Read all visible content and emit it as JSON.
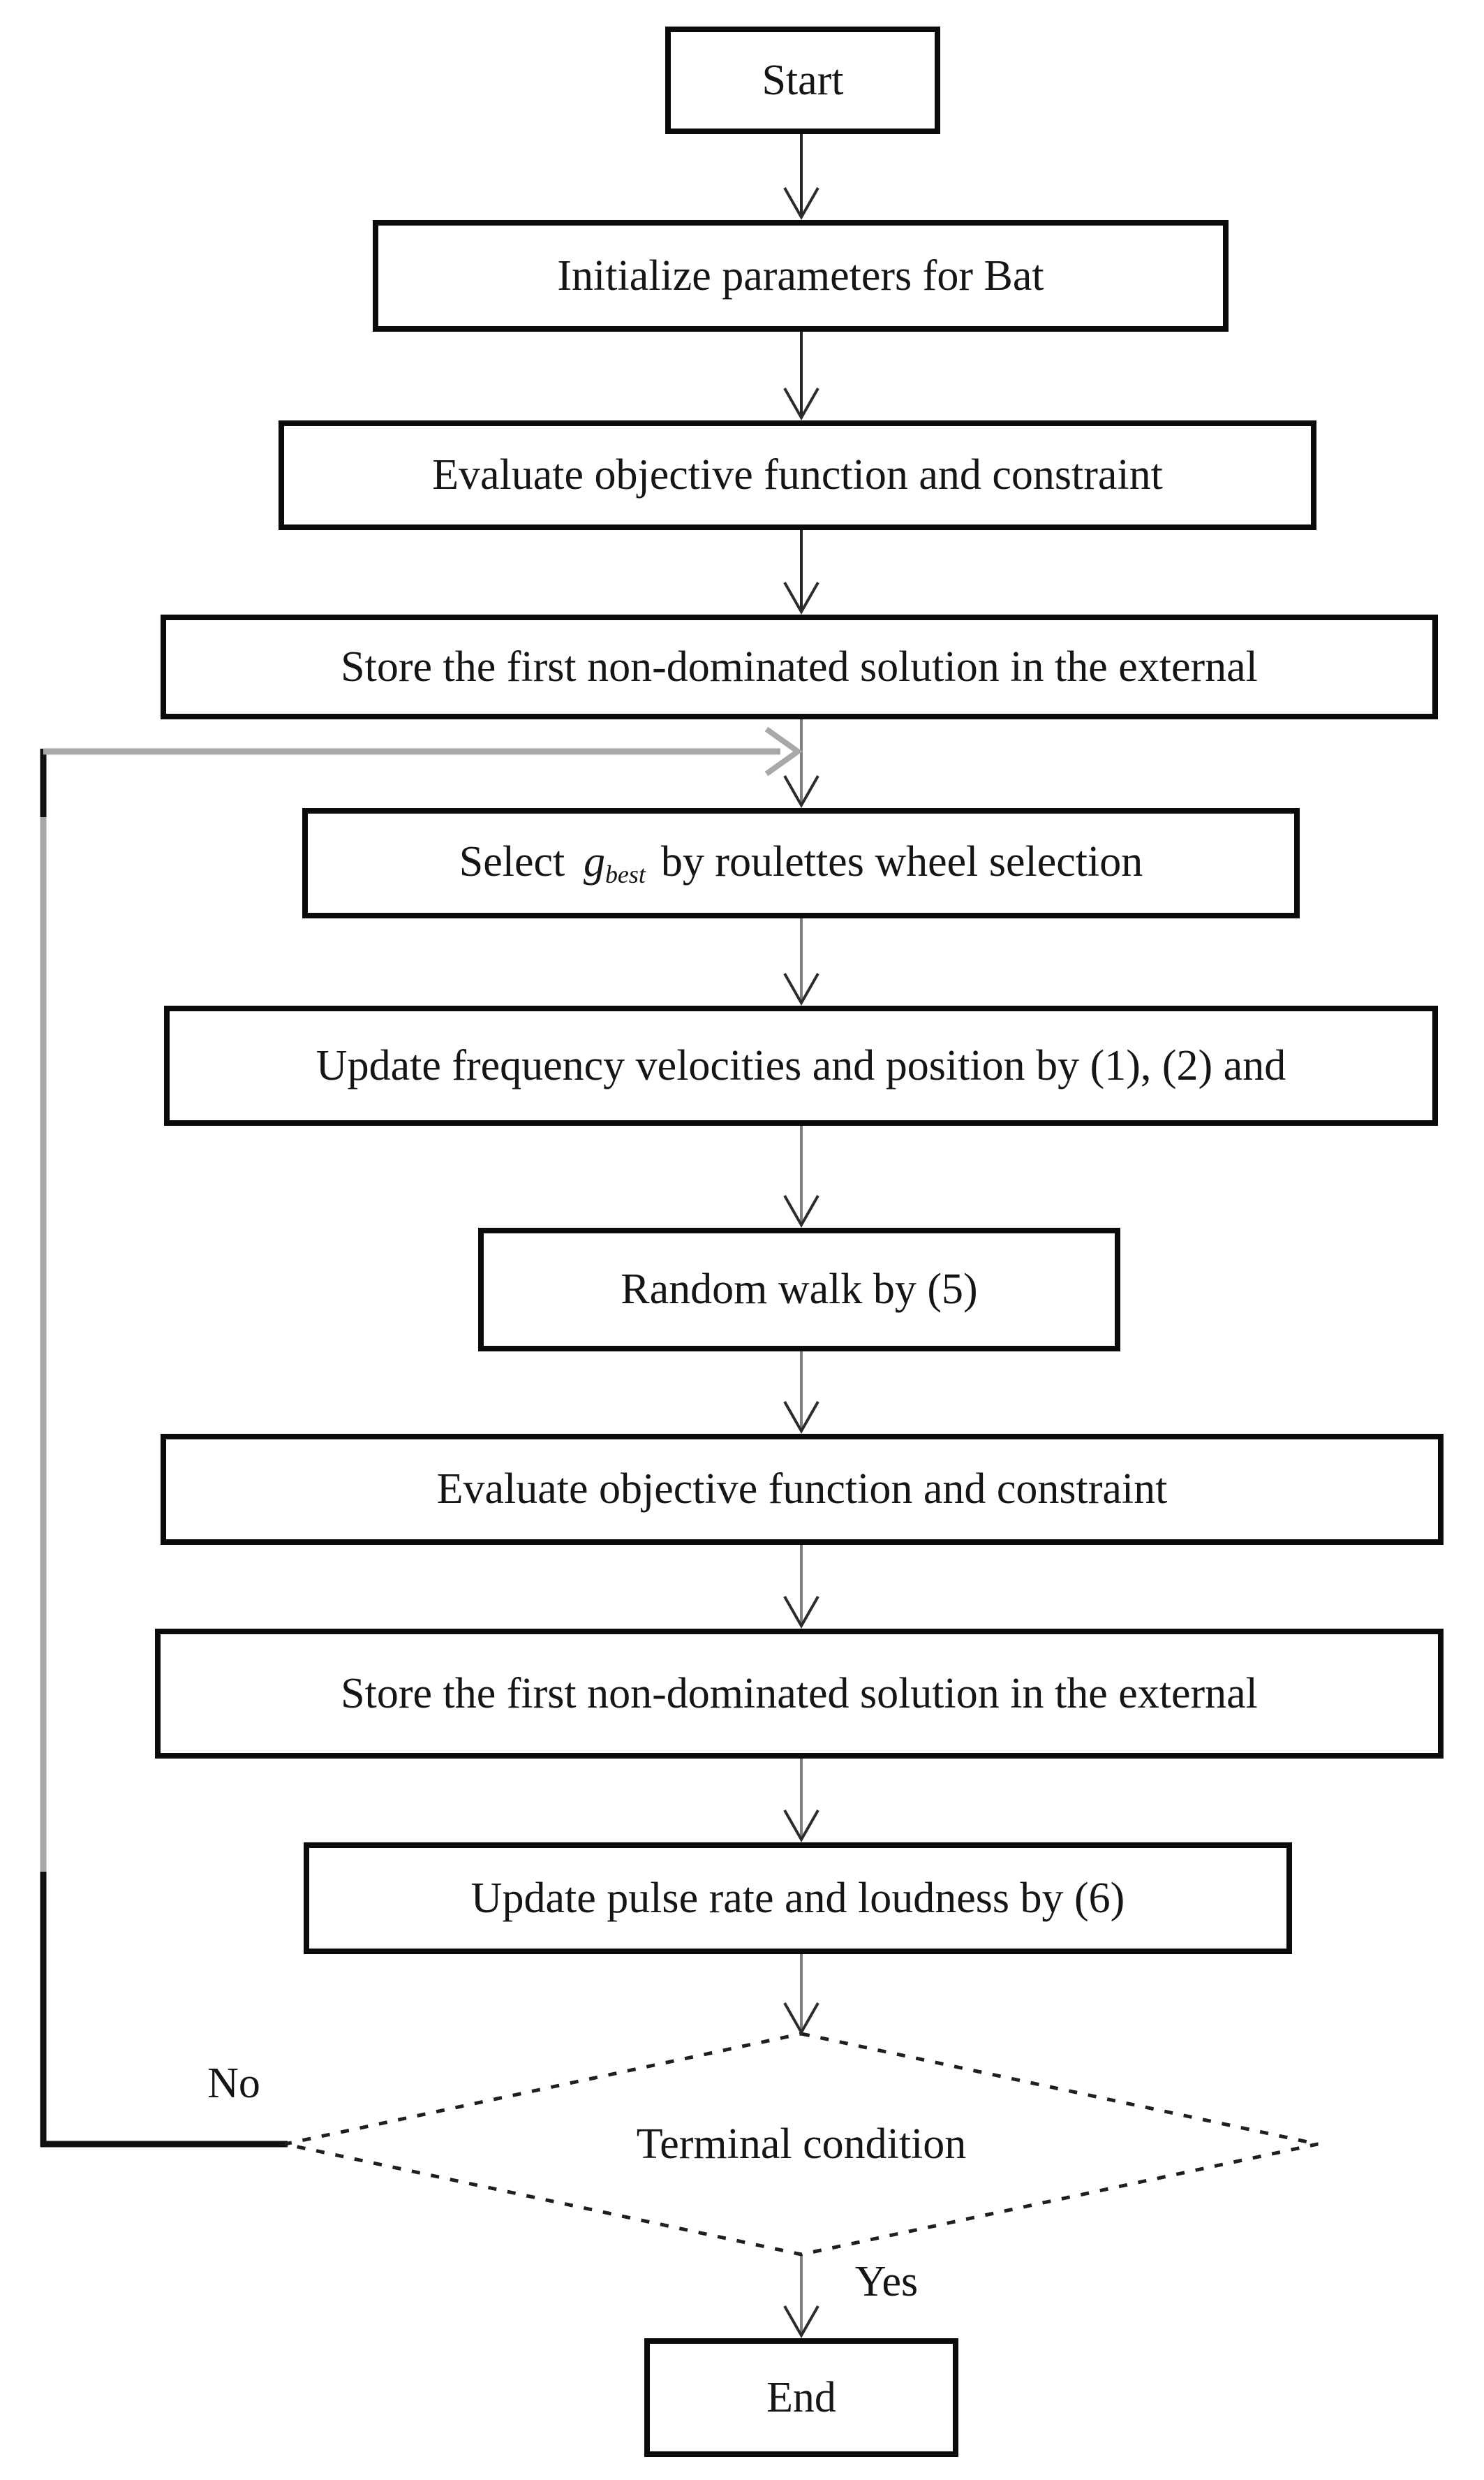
{
  "diagram": {
    "type": "flowchart",
    "nodes": {
      "start": {
        "label": "Start",
        "shape": "rect"
      },
      "init": {
        "label": "Initialize parameters for Bat",
        "shape": "rect"
      },
      "eval1": {
        "label": "Evaluate objective function and constraint",
        "shape": "rect"
      },
      "store1": {
        "label": "Store the first non-dominated solution in the external",
        "shape": "rect"
      },
      "select": {
        "label_prefix": "Select ",
        "math_base": "g",
        "math_subscript": "best",
        "label_suffix": " by roulettes wheel selection",
        "shape": "rect"
      },
      "update_freq": {
        "label": "Update frequency velocities and position by (1), (2) and",
        "shape": "rect"
      },
      "random_walk": {
        "label": "Random walk by (5)",
        "shape": "rect"
      },
      "eval2": {
        "label": "Evaluate objective function and constraint",
        "shape": "rect"
      },
      "store2": {
        "label": "Store the first non-dominated solution in the external",
        "shape": "rect"
      },
      "update_pulse": {
        "label": "Update pulse rate and loudness by (6)",
        "shape": "rect"
      },
      "terminal": {
        "label": "Terminal condition",
        "shape": "decision"
      },
      "end": {
        "label": "End",
        "shape": "rect"
      }
    },
    "edge_labels": {
      "no": "No",
      "yes": "Yes"
    },
    "colors": {
      "background": "#ffffff",
      "box_border": "#0b0b0b",
      "text": "#151515",
      "connector_dark": "#262626",
      "connector_gray": "#7e7e7e",
      "arrowhead": "#2c2c2c",
      "loop_gray": "#a8a8a8",
      "loop_black": "#111111",
      "diamond_border": "#1f1f1f"
    }
  }
}
